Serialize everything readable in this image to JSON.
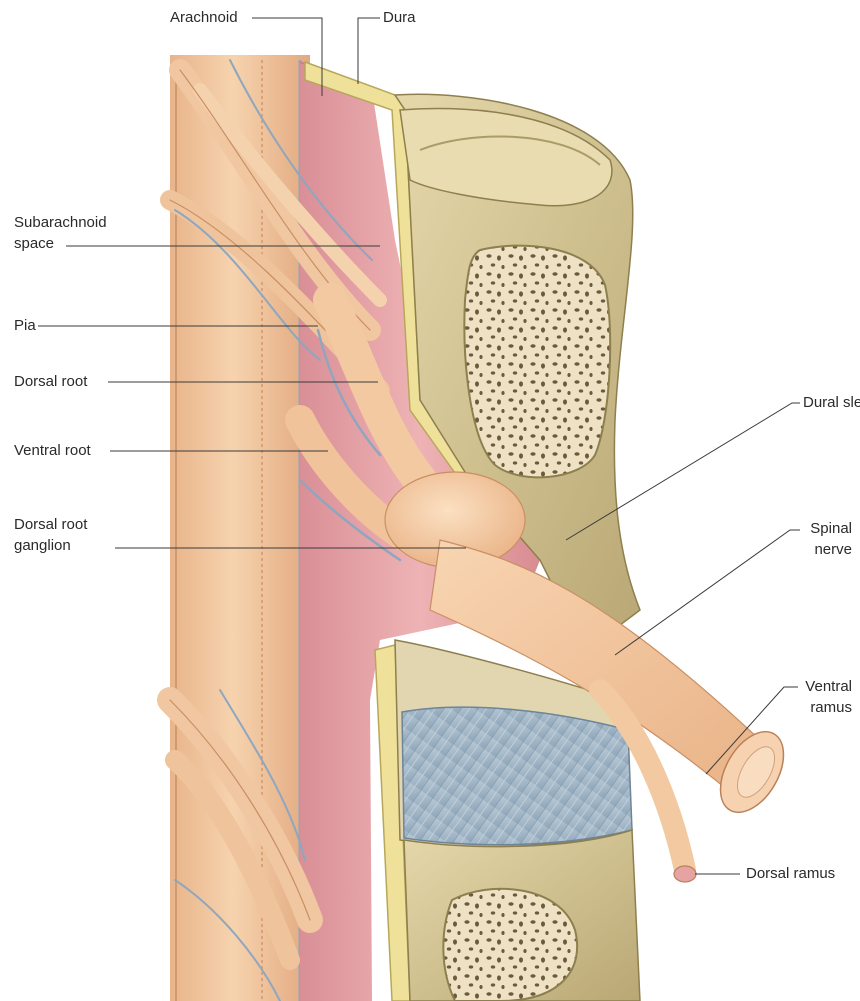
{
  "labels": {
    "arachnoid": "Arachnoid",
    "dura": "Dura",
    "subarachnoid_1": "Subarachnoid",
    "subarachnoid_2": "space",
    "pia": "Pia",
    "dorsal_root": "Dorsal root",
    "ventral_root": "Ventral root",
    "drg_1": "Dorsal root",
    "drg_2": "ganglion",
    "dural_sleeve": "Dural sleeve",
    "spinal_nerve_1": "Spinal",
    "spinal_nerve_2": "nerve",
    "ventral_ramus_1": "Ventral",
    "ventral_ramus_2": "ramus",
    "dorsal_ramus": "Dorsal ramus"
  },
  "colors": {
    "cord": "#f2c9a0",
    "cord_shadow": "#dca67c",
    "fiber_line": "#c98f63",
    "pia_blue": "#8fa6bf",
    "csf_pink": "#e3a0a4",
    "csf_pink_dark": "#cd7f86",
    "dura_yellow": "#efe19a",
    "bone": "#d8c89c",
    "bone_dark": "#a99c68",
    "marrow": "#efe2c4",
    "marrow_dot": "#6b5a3c",
    "disc": "#a9bccb",
    "disc_line": "#7f97ab",
    "nerve": "#f3c69c"
  }
}
